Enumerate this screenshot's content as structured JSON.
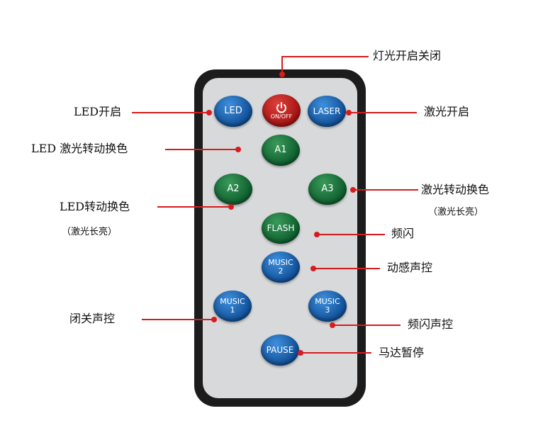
{
  "remote": {
    "buttons": {
      "led": "LED",
      "onoff": "ON/OFF",
      "laser": "LASER",
      "a1": "A1",
      "a2": "A2",
      "a3": "A3",
      "flash": "FLASH",
      "music2_line1": "MUSIC",
      "music2_line2": "2",
      "music1_line1": "MUSIC",
      "music1_line2": "1",
      "music3_line1": "MUSIC",
      "music3_line2": "3",
      "pause": "PAUSE"
    }
  },
  "labels": {
    "power": "灯光开启关闭",
    "led_on": "LED开启",
    "laser_on": "激光开启",
    "led_laser_change": "LED 激光转动换色",
    "laser_change": "激光转动换色",
    "laser_steady_right": "（激光长亮）",
    "led_change": "LED转动换色",
    "laser_steady_left": "（激光长亮）",
    "strobe": "频闪",
    "sound_active": "动感声控",
    "sound_off": "闭关声控",
    "strobe_sound": "频闪声控",
    "motor_pause": "马达暂停"
  },
  "colors": {
    "annotation": "#d81b1b",
    "button_blue": "#1a5ca8",
    "button_green": "#146b35",
    "button_red": "#b51818",
    "remote_body": "#1c1c1c",
    "remote_face": "#d8d9db"
  }
}
